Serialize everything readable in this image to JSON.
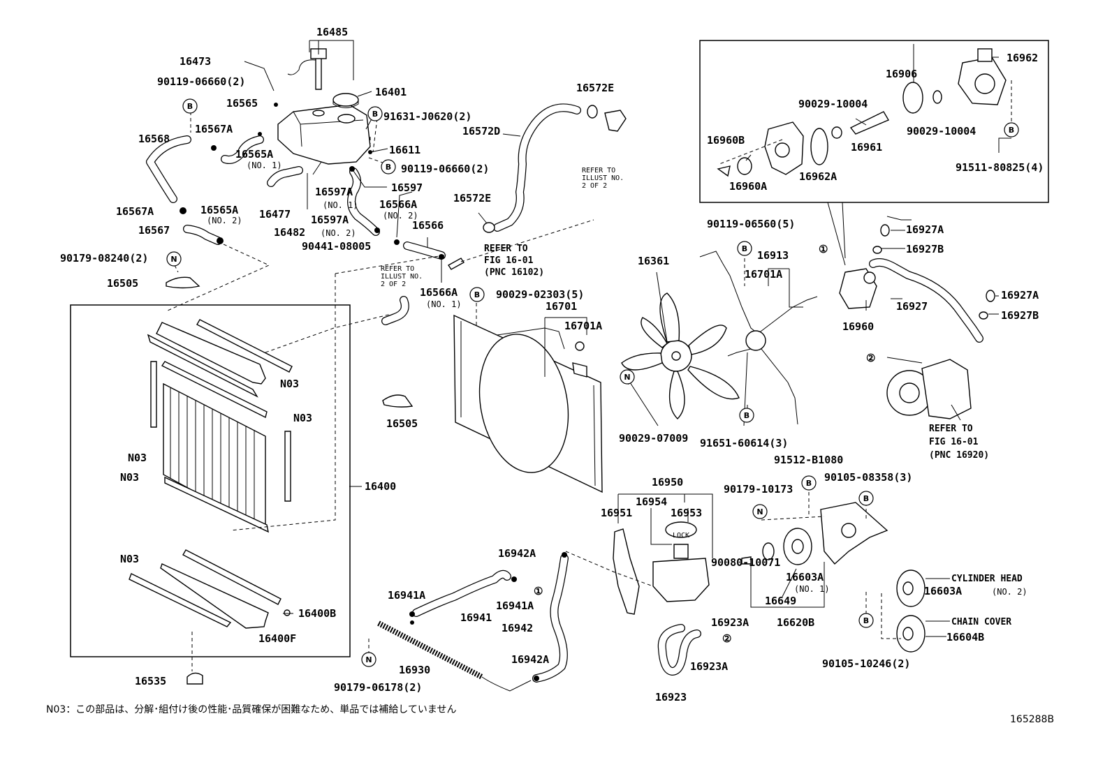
{
  "diagram": {
    "labels": [
      {
        "id": "p16485",
        "text": "16485"
      },
      {
        "id": "p16473",
        "text": "16473"
      },
      {
        "id": "p90119_06660_2a",
        "text": "90119-06660(2)"
      },
      {
        "id": "p16401",
        "text": "16401"
      },
      {
        "id": "p16565",
        "text": "16565"
      },
      {
        "id": "p91631",
        "text": "91631-J0620(2)"
      },
      {
        "id": "p16568",
        "text": "16568"
      },
      {
        "id": "p16567A_top",
        "text": "16567A"
      },
      {
        "id": "p16565A",
        "text": "16565A"
      },
      {
        "id": "p16611",
        "text": "16611"
      },
      {
        "id": "p90119_06660_2b",
        "text": "90119-06660(2)"
      },
      {
        "id": "p16597A_1",
        "text": "16597A"
      },
      {
        "id": "p16597",
        "text": "16597"
      },
      {
        "id": "p16477",
        "text": "16477"
      },
      {
        "id": "p16567A_low",
        "text": "16567A"
      },
      {
        "id": "p16565A_2",
        "text": "16565A"
      },
      {
        "id": "p16566A_2",
        "text": "16566A"
      },
      {
        "id": "p16597A_2",
        "text": "16597A"
      },
      {
        "id": "p16567",
        "text": "16567"
      },
      {
        "id": "p16482",
        "text": "16482"
      },
      {
        "id": "p16566",
        "text": "16566"
      },
      {
        "id": "p90441",
        "text": "90441-08005"
      },
      {
        "id": "p90179_08240",
        "text": "90179-08240(2)"
      },
      {
        "id": "p16505a",
        "text": "16505"
      },
      {
        "id": "p16566A_1",
        "text": "16566A"
      },
      {
        "id": "p90029_02303",
        "text": "90029-02303(5)"
      },
      {
        "id": "p16572E_top",
        "text": "16572E"
      },
      {
        "id": "p16572D",
        "text": "16572D"
      },
      {
        "id": "p16572E_low",
        "text": "16572E"
      },
      {
        "id": "p16701",
        "text": "16701"
      },
      {
        "id": "p16701A_low",
        "text": "16701A"
      },
      {
        "id": "pN03_1",
        "text": "N03"
      },
      {
        "id": "pN03_2",
        "text": "N03"
      },
      {
        "id": "pN03_3",
        "text": "N03"
      },
      {
        "id": "pN03_4",
        "text": "N03"
      },
      {
        "id": "pN03_5",
        "text": "N03"
      },
      {
        "id": "p16505b",
        "text": "16505"
      },
      {
        "id": "p16400",
        "text": "16400"
      },
      {
        "id": "p16400B",
        "text": "16400B"
      },
      {
        "id": "p16400F",
        "text": "16400F"
      },
      {
        "id": "p16535",
        "text": "16535"
      },
      {
        "id": "p16906",
        "text": "16906"
      },
      {
        "id": "p16962",
        "text": "16962"
      },
      {
        "id": "p90029_10004a",
        "text": "90029-10004"
      },
      {
        "id": "p90029_10004b",
        "text": "90029-10004"
      },
      {
        "id": "p16960B",
        "text": "16960B"
      },
      {
        "id": "p16961",
        "text": "16961"
      },
      {
        "id": "p91511",
        "text": "91511-80825(4)"
      },
      {
        "id": "p16960A",
        "text": "16960A"
      },
      {
        "id": "p16962A",
        "text": "16962A"
      },
      {
        "id": "p90119_06560",
        "text": "90119-06560(5)"
      },
      {
        "id": "p16927A_1",
        "text": "16927A"
      },
      {
        "id": "p16927B_1",
        "text": "16927B"
      },
      {
        "id": "p16913",
        "text": "16913"
      },
      {
        "id": "p16361",
        "text": "16361"
      },
      {
        "id": "p16701A_mid",
        "text": "16701A"
      },
      {
        "id": "p16927A_2",
        "text": "16927A"
      },
      {
        "id": "p16927",
        "text": "16927"
      },
      {
        "id": "p16927B_2",
        "text": "16927B"
      },
      {
        "id": "p16960",
        "text": "16960"
      },
      {
        "id": "p90029_07009",
        "text": "90029-07009"
      },
      {
        "id": "p91651",
        "text": "91651-60614(3)"
      },
      {
        "id": "p91512",
        "text": "91512-B1080"
      },
      {
        "id": "p16950",
        "text": "16950"
      },
      {
        "id": "p90179_10173",
        "text": "90179-10173"
      },
      {
        "id": "p90105_08358",
        "text": "90105-08358(3)"
      },
      {
        "id": "p16954",
        "text": "16954"
      },
      {
        "id": "p16953",
        "text": "16953"
      },
      {
        "id": "p16951",
        "text": "16951"
      },
      {
        "id": "p16942A_top",
        "text": "16942A"
      },
      {
        "id": "p16941A_l",
        "text": "16941A"
      },
      {
        "id": "p16941A_r",
        "text": "16941A"
      },
      {
        "id": "p16941",
        "text": "16941"
      },
      {
        "id": "p16942",
        "text": "16942"
      },
      {
        "id": "p16942A_low",
        "text": "16942A"
      },
      {
        "id": "p16930",
        "text": "16930"
      },
      {
        "id": "p90179_06178",
        "text": "90179-06178(2)"
      },
      {
        "id": "p90080",
        "text": "90080-10071"
      },
      {
        "id": "p16603A_1",
        "text": "16603A"
      },
      {
        "id": "p16649",
        "text": "16649"
      },
      {
        "id": "p16620B",
        "text": "16620B"
      },
      {
        "id": "p16923A_1",
        "text": "16923A"
      },
      {
        "id": "p16923A_2",
        "text": "16923A"
      },
      {
        "id": "p16923",
        "text": "16923"
      },
      {
        "id": "p16603A_2",
        "text": "16603A"
      },
      {
        "id": "p16604B",
        "text": "16604B"
      },
      {
        "id": "p90105_10246",
        "text": "90105-10246(2)"
      }
    ],
    "qualifiers": {
      "no1": "(NO. 1)",
      "no2": "(NO. 2)",
      "cylinder_head": "CYLINDER HEAD",
      "chain_cover": "CHAIN COVER"
    },
    "refer": {
      "fig_16102": [
        "REFER TO",
        "FIG 16-01",
        "(PNC 16102)"
      ],
      "fig_16920": [
        "REFER TO",
        "FIG 16-01",
        "(PNC 16920)"
      ],
      "illust_2": [
        "REFER TO",
        "ILLUST NO.",
        "2 OF 2"
      ]
    },
    "symbols": {
      "b": "B",
      "n": "N",
      "c1": "①",
      "c2": "②",
      "lock": "LOCK"
    },
    "note": "N03：この部品は、分解･組付け後の性能･品質確保が困難なため、単品では補給していません",
    "figure_id": "165288B"
  }
}
